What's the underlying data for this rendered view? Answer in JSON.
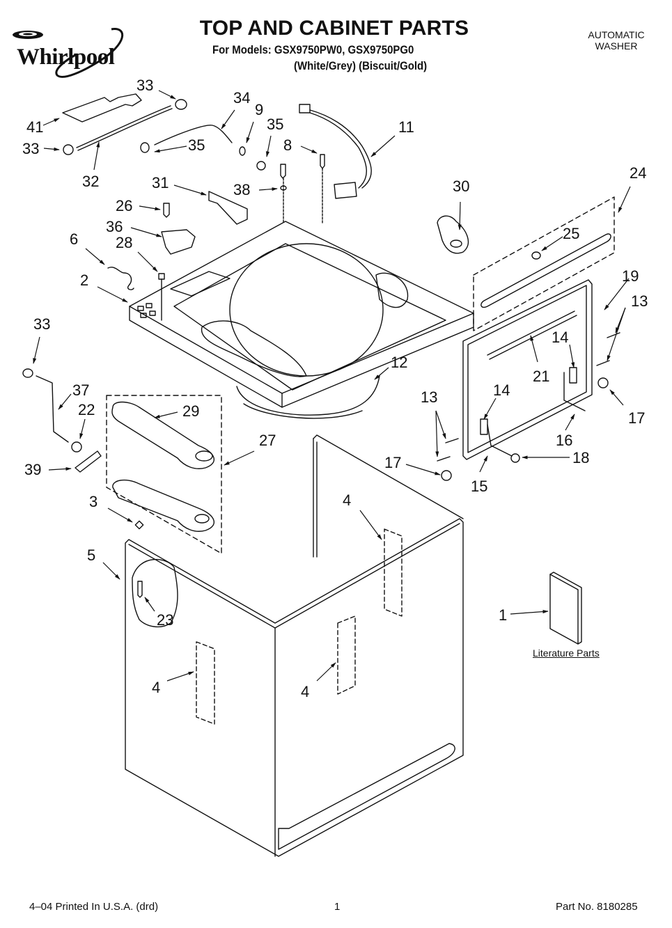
{
  "header": {
    "brand": "Whirlpool",
    "title": "TOP AND CABINET PARTS",
    "models_line": "For Models: GSX9750PW0, GSX9750PG0",
    "colors_line": "(White/Grey)  (Biscuit/Gold)",
    "product_line1": "AUTOMATIC",
    "product_line2": "WASHER"
  },
  "callouts": [
    {
      "id": "c41a",
      "label": "41"
    },
    {
      "id": "c33a",
      "label": "33"
    },
    {
      "id": "c33b",
      "label": "33"
    },
    {
      "id": "c32",
      "label": "32"
    },
    {
      "id": "c34",
      "label": "34"
    },
    {
      "id": "c9",
      "label": "9"
    },
    {
      "id": "c35a",
      "label": "35"
    },
    {
      "id": "c35b",
      "label": "35"
    },
    {
      "id": "c8",
      "label": "8"
    },
    {
      "id": "c11",
      "label": "11"
    },
    {
      "id": "c31",
      "label": "31"
    },
    {
      "id": "c38",
      "label": "38"
    },
    {
      "id": "c26",
      "label": "26"
    },
    {
      "id": "c36",
      "label": "36"
    },
    {
      "id": "c28",
      "label": "28"
    },
    {
      "id": "c6",
      "label": "6"
    },
    {
      "id": "c2",
      "label": "2"
    },
    {
      "id": "c30",
      "label": "30"
    },
    {
      "id": "c24",
      "label": "24"
    },
    {
      "id": "c25",
      "label": "25"
    },
    {
      "id": "c19",
      "label": "19"
    },
    {
      "id": "c13a",
      "label": "13"
    },
    {
      "id": "c14a",
      "label": "14"
    },
    {
      "id": "c21",
      "label": "21"
    },
    {
      "id": "c17a",
      "label": "17"
    },
    {
      "id": "c16",
      "label": "16"
    },
    {
      "id": "c14b",
      "label": "14"
    },
    {
      "id": "c13b",
      "label": "13"
    },
    {
      "id": "c18",
      "label": "18"
    },
    {
      "id": "c17b",
      "label": "17"
    },
    {
      "id": "c15",
      "label": "15"
    },
    {
      "id": "c12",
      "label": "12"
    },
    {
      "id": "c33c",
      "label": "33"
    },
    {
      "id": "c37",
      "label": "37"
    },
    {
      "id": "c22",
      "label": "22"
    },
    {
      "id": "c29",
      "label": "29"
    },
    {
      "id": "c27",
      "label": "27"
    },
    {
      "id": "c39",
      "label": "39"
    },
    {
      "id": "c3",
      "label": "3"
    },
    {
      "id": "c5",
      "label": "5"
    },
    {
      "id": "c23",
      "label": "23"
    },
    {
      "id": "c4a",
      "label": "4"
    },
    {
      "id": "c4b",
      "label": "4"
    },
    {
      "id": "c4c",
      "label": "4"
    },
    {
      "id": "c1",
      "label": "1"
    }
  ],
  "literature_label": "Literature Parts",
  "footer": {
    "left": "4–04 Printed In U.S.A. (drd)",
    "page": "1",
    "part": "Part No. 8180285"
  }
}
